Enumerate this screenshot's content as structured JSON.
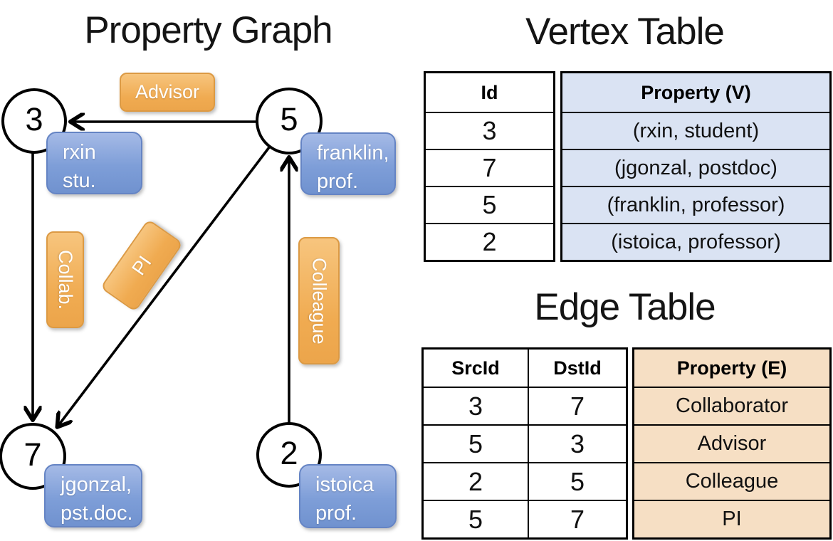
{
  "graph": {
    "title": "Property Graph",
    "vertices": [
      {
        "id": "3",
        "property_line1": "rxin",
        "property_line2": "stu."
      },
      {
        "id": "5",
        "property_line1": "franklin,",
        "property_line2": "prof."
      },
      {
        "id": "7",
        "property_line1": "jgonzal,",
        "property_line2": "pst.doc."
      },
      {
        "id": "2",
        "property_line1": "istoica",
        "property_line2": "prof."
      }
    ],
    "edges": [
      {
        "from": "5",
        "to": "3",
        "label": "Advisor"
      },
      {
        "from": "3",
        "to": "7",
        "label": "Collab."
      },
      {
        "from": "5",
        "to": "7",
        "label": "PI"
      },
      {
        "from": "2",
        "to": "5",
        "label": "Colleague"
      }
    ]
  },
  "vertex_table": {
    "title": "Vertex Table",
    "id_header": "Id",
    "property_header": "Property (V)",
    "rows": [
      {
        "id": "3",
        "property": "(rxin, student)"
      },
      {
        "id": "7",
        "property": "(jgonzal, postdoc)"
      },
      {
        "id": "5",
        "property": "(franklin, professor)"
      },
      {
        "id": "2",
        "property": "(istoica, professor)"
      }
    ]
  },
  "edge_table": {
    "title": "Edge Table",
    "src_header": "SrcId",
    "dst_header": "DstId",
    "property_header": "Property (E)",
    "rows": [
      {
        "src": "3",
        "dst": "7",
        "property": "Collaborator"
      },
      {
        "src": "5",
        "dst": "3",
        "property": "Advisor"
      },
      {
        "src": "2",
        "dst": "5",
        "property": "Colleague"
      },
      {
        "src": "5",
        "dst": "7",
        "property": "PI"
      }
    ]
  },
  "colors": {
    "edge_label_orange": "#f0ab51",
    "vertex_box_blue": "#7e9ed8",
    "vertex_table_property_bg": "#dae3f3",
    "edge_table_property_bg": "#f6dfc4",
    "line_black": "#000000"
  }
}
